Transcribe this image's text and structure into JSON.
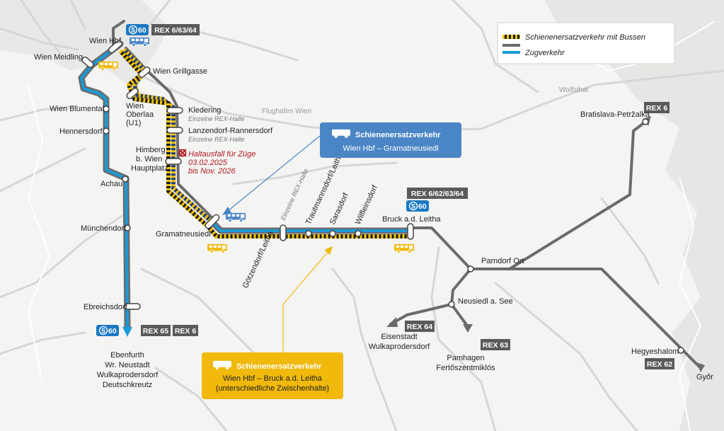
{
  "legend": {
    "sev_bus": "Schienenersatzverkehr mit Bussen",
    "train": "Zugverkehr"
  },
  "badges": {
    "s60": "60",
    "rex_hbf": "REX 6/63/64",
    "rex_bruck": "REX 6/62/63/64",
    "rex65": "REX 65",
    "rex6_south": "REX 6",
    "rex6_bratislava": "REX 6",
    "rex64": "REX 64",
    "rex63": "REX 63",
    "rex62": "REX 62"
  },
  "stations": {
    "wien_hbf": "Wien Hbf",
    "wien_meidling": "Wien Meidling",
    "wien_grillgasse": "Wien Grillgasse",
    "wien_oberlaa_1": "Wien",
    "wien_oberlaa_2": "Oberlaa",
    "wien_oberlaa_3": "(U1)",
    "kledering": "Kledering",
    "lanzendorf": "Lanzendorf-Rannersdorf",
    "einzelne_1": "Einzelne REX-Halte",
    "einzelne_2": "Einzelne REX-Halte",
    "einzelne_3": "Einzelne REX-Halte",
    "himberg_1": "Himberg",
    "himberg_2": "b. Wien",
    "himberg_3": "Hauptplatz",
    "wien_blumental": "Wien Blumental",
    "hennersdorf": "Hennersdorf",
    "achau": "Achau",
    "muenchendorf": "Münchendorf",
    "ebreichsdorf": "Ebreichsdorf",
    "gramatneusiedl": "Gramatneusiedl",
    "goetzendorf": "Götzendorf/Leitha",
    "trautmannsdorf": "Trautmannsdorf/Leitha",
    "sarasdorf": "Sarasdorf",
    "wilfleinsdorf": "Wilfleinsdorf",
    "bruck": "Bruck a.d. Leitha",
    "parndorf": "Parndorf Ort",
    "neusiedl": "Neusiedl a. See",
    "eisenstadt_1": "Eisenstadt",
    "eisenstadt_2": "Wulkaprodersdorf",
    "pamhagen_1": "Pamhagen",
    "pamhagen_2": "Fertőszentmiklós",
    "bratislava": "Bratislava-Petržalka",
    "hegyeshalom": "Hegyeshalom",
    "gyor": "Győr",
    "ebenfurth_1": "Ebenfurth",
    "ebenfurth_2": "Wr. Neustadt",
    "ebenfurth_3": "Wulkaprodersdorf",
    "ebenfurth_4": "Deutschkreutz"
  },
  "geo": {
    "flughafen": "Flughafen Wien",
    "wolfsthal": "Wolfsthal"
  },
  "warning": {
    "line1": "Haltausfall für Züge",
    "line2": "03.02.2025",
    "line3": "bis Nov. 2026"
  },
  "box_blue": {
    "title": "Schienenersatzverkehr",
    "line1": "Wien Hbf – Gramatneusiedl"
  },
  "box_yellow": {
    "title": "Schienenersatzverkehr",
    "line1": "Wien Hbf – Bruck a.d. Leitha",
    "line2": "(unterschiedliche Zwischenhalte)"
  },
  "colors": {
    "train_blue": "#1a9ad6",
    "rail_gray": "#6b6b6b",
    "bus_yellow": "#f5c400",
    "bus_navy": "#1f3c78",
    "box_blue": "#4a86c5",
    "box_yellow": "#f0b90b",
    "badge_gray": "#5a5a5a",
    "s_badge_blue": "#1a78c2",
    "warning_red": "#b0181f"
  },
  "icons": {
    "bus": "bus-icon",
    "s_bahn": "s-bahn-icon",
    "cancel": "stop-cancelled-icon"
  }
}
